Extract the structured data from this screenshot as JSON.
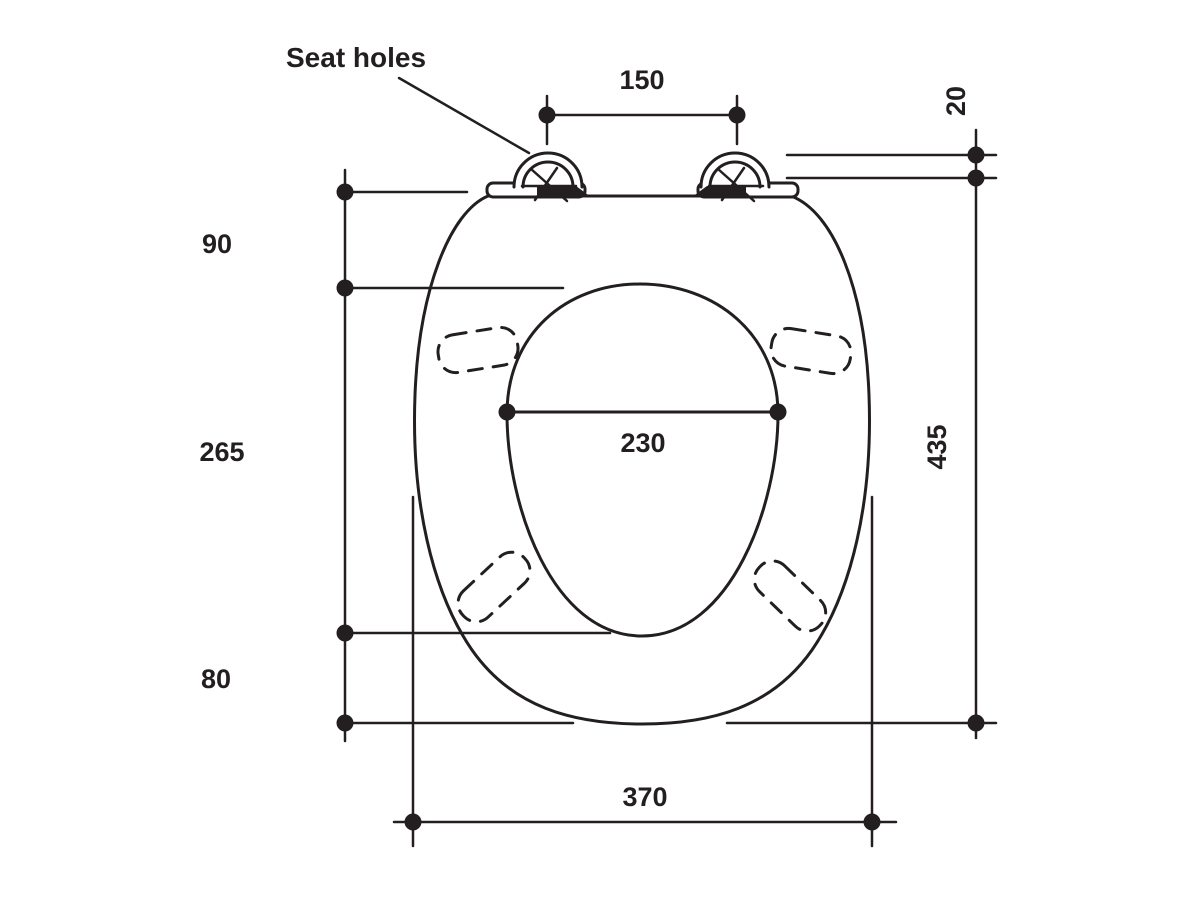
{
  "diagram": {
    "type": "technical-dimension-drawing",
    "subject": "toilet seat plan view with hinge, opening and overall dimensions"
  },
  "labels": {
    "seat_holes": "Seat holes",
    "hinge_spacing": "150",
    "hinge_height": "20",
    "top_to_opening": "90",
    "opening_length": "265",
    "opening_to_front": "80",
    "opening_width": "230",
    "overall_length": "435",
    "overall_width": "370"
  },
  "colors": {
    "ink": "#231f20",
    "background": "#ffffff"
  }
}
